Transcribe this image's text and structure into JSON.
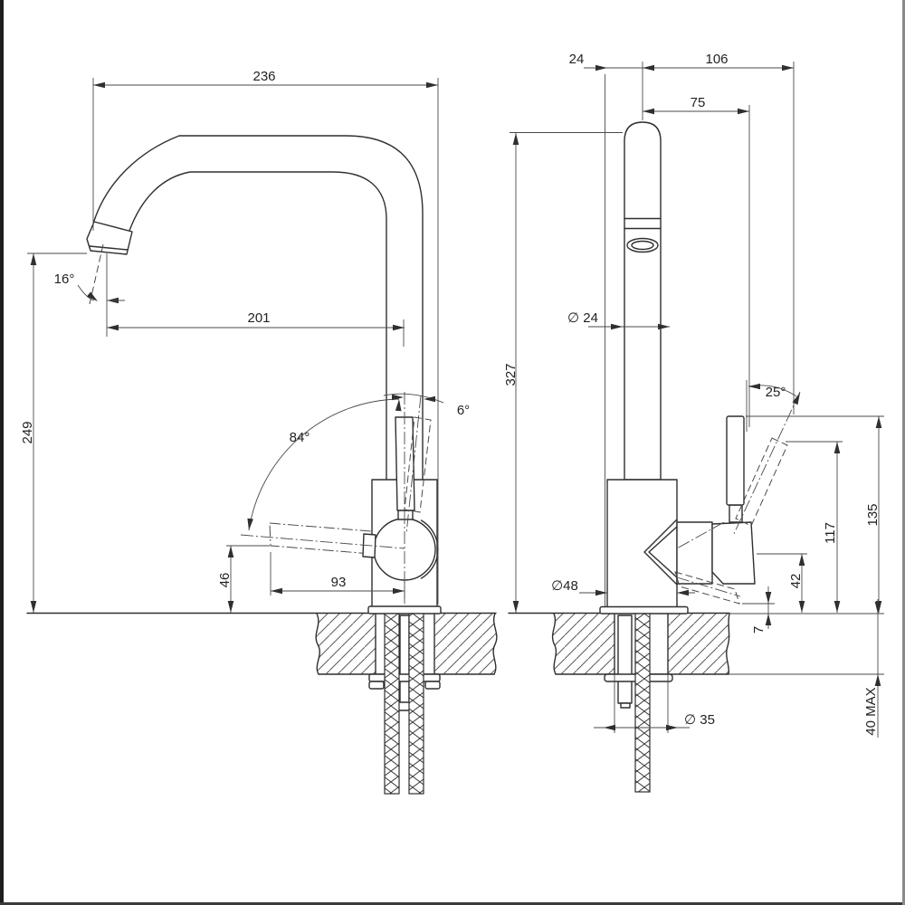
{
  "drawing": {
    "kind": "kitchen sink mixer tap – dimensioned technical drawing, front and side views",
    "colors": {
      "background": "#ffffff",
      "object_line": "#2f2f2f",
      "dimension_line": "#4a4a4a",
      "text": "#222222"
    }
  },
  "labels": {
    "front_view": {
      "spout_width": "236",
      "spout_angle": "16°",
      "spout_reach": "201",
      "spout_height": "249",
      "handle_swing_angle": "84°",
      "handle_tilt_angle": "6°",
      "lever_length": "93",
      "lever_height": "46"
    },
    "side_view": {
      "spout_axis_offset": "24",
      "depth": "106",
      "handle_reach": "75",
      "total_height": "327",
      "spout_diameter": "∅ 24",
      "handle_angle": "25°",
      "handle_top_height": "135",
      "handle_tip_height": "117",
      "pivot_height": "42",
      "body_diameter": "∅48",
      "handle_clearance": "7",
      "hole_diameter": "∅ 35",
      "counter_thickness": "40 MAX"
    }
  }
}
